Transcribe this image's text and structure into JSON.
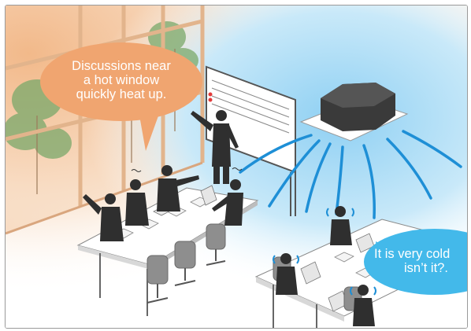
{
  "bubbles": {
    "hot": {
      "lines": [
        "Discussions near",
        "a hot window",
        "quickly heat up."
      ]
    },
    "cold": {
      "lines": [
        "It is very cold",
        "isn’t it?."
      ]
    }
  },
  "colors": {
    "warm_glow": "#f4c9a3",
    "hot_bubble": "#f0a570",
    "cold_bubble": "#43b9ea",
    "airflow": "#1e8fd6",
    "ac_body": "#3a3a3a",
    "table": "#ffffff",
    "person": "#2f2f2f",
    "chair": "#8e8e8e"
  },
  "icons": {
    "ceiling_unit": "ceiling-air-conditioner-icon",
    "whiteboard": "whiteboard-icon",
    "window": "window-icon"
  }
}
